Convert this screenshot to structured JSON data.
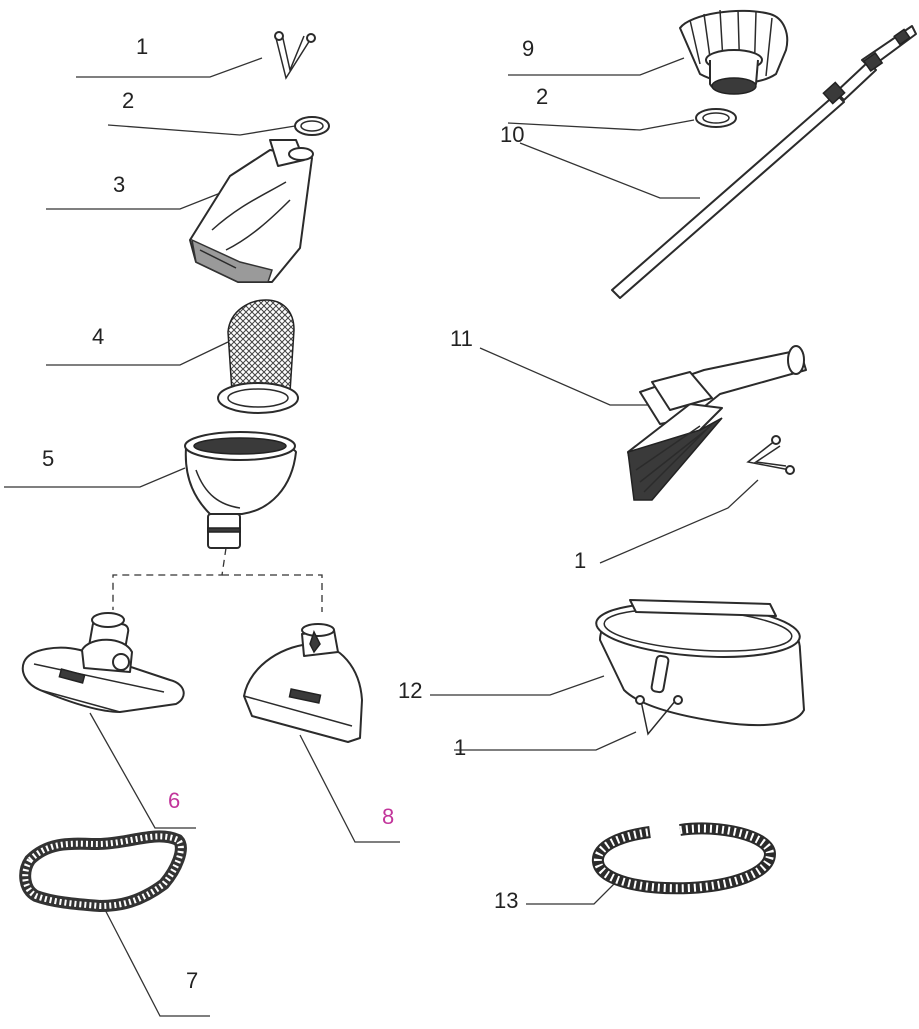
{
  "labels": {
    "p1a": "1",
    "p2a": "2",
    "p3": "3",
    "p4": "4",
    "p5": "5",
    "p6": "6",
    "p7": "7",
    "p8": "8",
    "p9": "9",
    "p2b": "2",
    "p10": "10",
    "p11": "11",
    "p1b": "1",
    "p12": "12",
    "p1c": "1",
    "p13": "13"
  },
  "colors": {
    "label_default": "#222222",
    "label_highlight": "#c2359b"
  }
}
